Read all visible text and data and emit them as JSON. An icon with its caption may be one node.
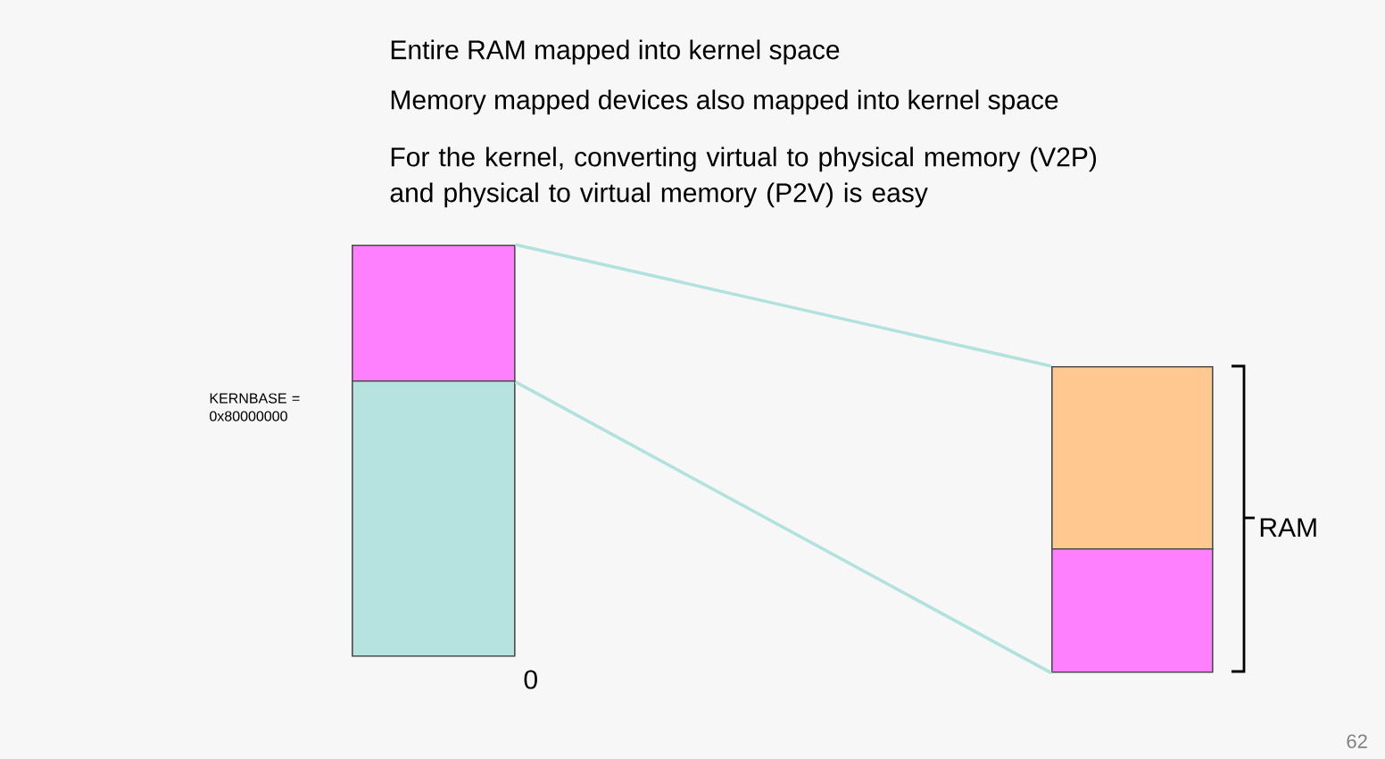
{
  "diagram": {
    "nodes": [
      {
        "text": [],
        "shape": "box"
      },
      {
        "text": [],
        "shape": "box"
      },
      {
        "text": [],
        "shape": "box"
      },
      {
        "text": [],
        "shape": "box"
      }
    ],
    "edges": [
      {
        "from": 0,
        "to": 2,
        "arrow": "none"
      },
      {
        "from": 0,
        "to": 3,
        "arrow": "none"
      }
    ],
    "labels": [
      "Entire RAM mapped into kernel space",
      "Memory mapped devices also mapped into kernel space",
      "For the kernel, converting virtual to physical memory (V2P) and physical to virtual memory (P2V) is easy",
      "KERNBASE = 0x80000000",
      "0",
      "RAM",
      "62"
    ]
  }
}
